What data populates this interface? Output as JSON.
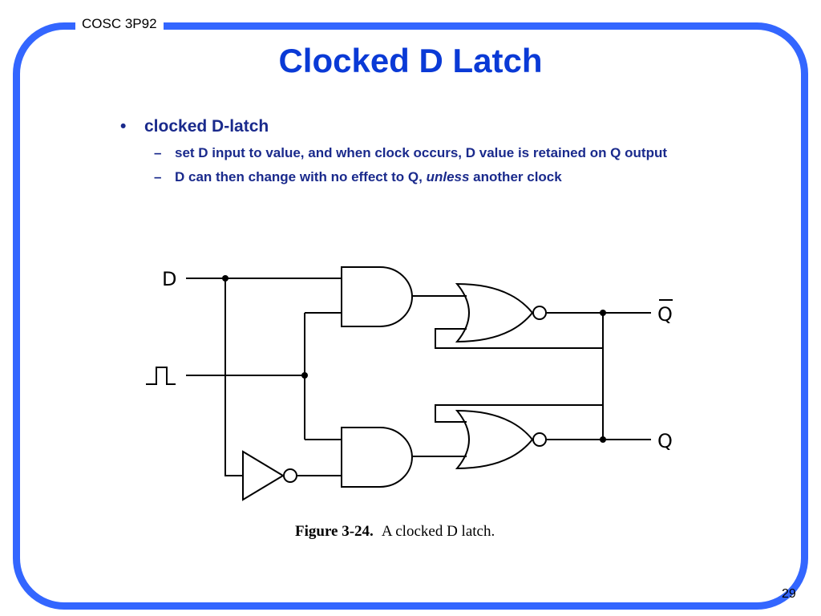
{
  "header": {
    "course": "COSC 3P92"
  },
  "slide": {
    "title": "Clocked D Latch",
    "bullet": {
      "marker": "•",
      "text": "clocked D-latch",
      "sub": [
        {
          "marker": "–",
          "text": "set D input to value, and when clock occurs, D value is retained on Q output"
        },
        {
          "marker": "–",
          "before": "D can then change with no effect to Q, ",
          "emph": "unless",
          "after": " another clock"
        }
      ]
    },
    "figure": {
      "labels": {
        "d": "D",
        "qbar": "Q",
        "q": "Q"
      },
      "caption_num": "Figure 3-24.",
      "caption_text": "A clocked D latch."
    },
    "page_number": "29"
  },
  "colors": {
    "frame": "#3366ff",
    "title": "#0a3ad6",
    "text": "#1a2a8c"
  }
}
